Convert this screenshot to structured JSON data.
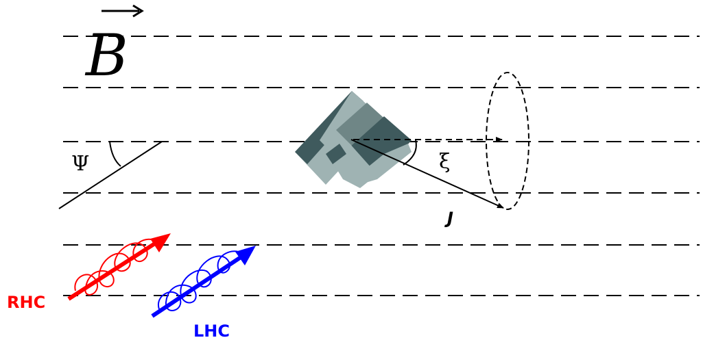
{
  "labels": {
    "field": "B",
    "psi": "Ψ",
    "xi": "ξ",
    "j": "J",
    "rhc": "RHC",
    "lhc": "LHC"
  },
  "colors": {
    "field_lines": "#000000",
    "grain_light": "#9fb3b3",
    "grain_dark": "#3f5a5d",
    "grain_mid": "#6f8686",
    "rhc": "#ff0000",
    "lhc": "#0000ff"
  }
}
